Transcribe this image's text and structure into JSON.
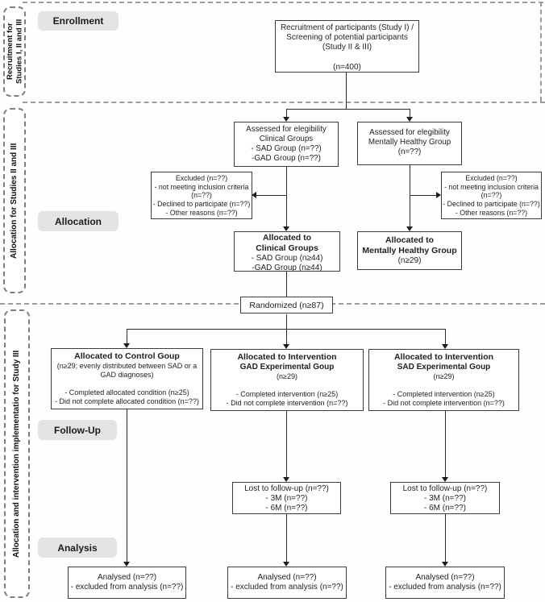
{
  "sidebars": {
    "recruitment": "Recruitment for Studies I, II and III",
    "allocation": "Allocation for Studies II and III",
    "study3": "Allocation and intervention implementatio for Study III"
  },
  "phases": {
    "enrollment": "Enrollment",
    "allocation": "Allocation",
    "followup": "Follow-Up",
    "analysis": "Analysis"
  },
  "boxes": {
    "recruitment": {
      "lines": [
        "Recruitment of participants (Study I) /",
        "Screening of potential participants",
        "(Study II & III)",
        "",
        "(n=400)"
      ]
    },
    "assessed_clinical": {
      "lines": [
        "Assessed for elegibility",
        "Clinical Groups",
        "- SAD Group (n=??)",
        "-GAD Group (n=??)"
      ]
    },
    "assessed_healthy": {
      "lines": [
        "Assessed for elegibility",
        "Mentally Healthy Group",
        "(n=??)"
      ]
    },
    "excluded_left": {
      "lines": [
        "Excluded (n=??)",
        "- not meeting inclusion criteria",
        "(n=??)",
        "- Declined to participate (n=??)",
        "- Other reasons (n=??)"
      ]
    },
    "excluded_right": {
      "lines": [
        "Excluded (n=??)",
        "- not meeting inclusion criteria",
        "(n=??)",
        "- Declined to participate (n=??)",
        "- Other reasons (n=??)"
      ]
    },
    "allocated_clinical": {
      "lines": [
        "Allocated to",
        "Clinical Groups",
        "- SAD Group (n≥44)",
        "-GAD Group (n≥44)"
      ]
    },
    "allocated_healthy": {
      "lines": [
        "Allocated to",
        "Mentally Healthy Group",
        "(n≥29)"
      ]
    },
    "randomized": {
      "label": "Randomized (n≥87)"
    },
    "control": {
      "lines": [
        "Allocated to Control Goup",
        "(n≥29; evenly distributed between SAD or a",
        "GAD diagnoses)",
        "",
        "- Completed allocated condition (n≥25)",
        "- Did not complete allocated condition (n=??)"
      ]
    },
    "gad_experimental": {
      "lines": [
        "Allocated to Intervention",
        "GAD Experimental Goup",
        "(n≥29)",
        "",
        "- Completed intervention (n≥25)",
        "- Did not complete intervention (n=??)"
      ]
    },
    "sad_experimental": {
      "lines": [
        "Allocated to Intervention",
        "SAD Experimental Goup",
        "(n≥29)",
        "",
        "- Completed intervention (n≥25)",
        "- Did not complete intervention (n=??)"
      ]
    },
    "lost_gad": {
      "lines": [
        "Lost to follow-up (n=??)",
        "- 3M (n=??)",
        "- 6M (n=??)"
      ]
    },
    "lost_sad": {
      "lines": [
        "Lost to follow-up (n=??)",
        "- 3M (n=??)",
        "- 6M (n=??)"
      ]
    },
    "analysed_control": {
      "lines": [
        "Analysed (n=??)",
        "- excluded from analysis (n=??)"
      ]
    },
    "analysed_gad": {
      "lines": [
        "Analysed (n=??)",
        "- excluded from analysis (n=??)"
      ]
    },
    "analysed_sad": {
      "lines": [
        "Analysed (n=??)",
        "- excluded from analysis (n=??)"
      ]
    }
  },
  "colors": {
    "box_border": "#3c3c3c",
    "phase_label_bg": "#e4e4e4",
    "dashed_line": "#9c9c9c",
    "connector": "#2a2a2a",
    "text": "#1f1f1f"
  }
}
